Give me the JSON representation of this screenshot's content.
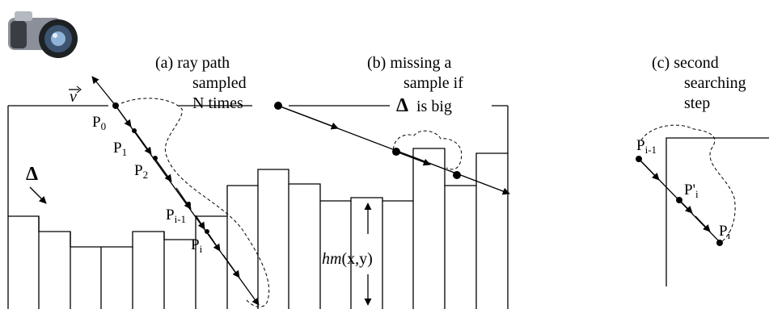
{
  "panels": {
    "a": {
      "caption": [
        "(a)  ray path",
        "sampled",
        "N times"
      ]
    },
    "b": {
      "caption": [
        "(b)  missing a",
        "sample if",
        "is big"
      ],
      "delta_symbol": "Δ"
    },
    "c": {
      "caption": [
        "(c)  second",
        "searching",
        "step"
      ]
    }
  },
  "labels": {
    "view_vector": "v",
    "p0": "P",
    "p0_sub": "0",
    "p1": "P",
    "p1_sub": "1",
    "p2": "P",
    "p2_sub": "2",
    "pim1": "P",
    "pim1_sub": "i-1",
    "pi": "P",
    "pi_sub": "i",
    "c_pim1": "P",
    "c_pim1_sub": "i-1",
    "c_ppi": "P'",
    "c_ppi_sub": "i",
    "c_pi": "P",
    "c_pi_sub": "i",
    "delta_step": "Δ",
    "heightmap_prefix": "hm",
    "heightmap_args": "(x,y)"
  },
  "icon": "camera-icon"
}
